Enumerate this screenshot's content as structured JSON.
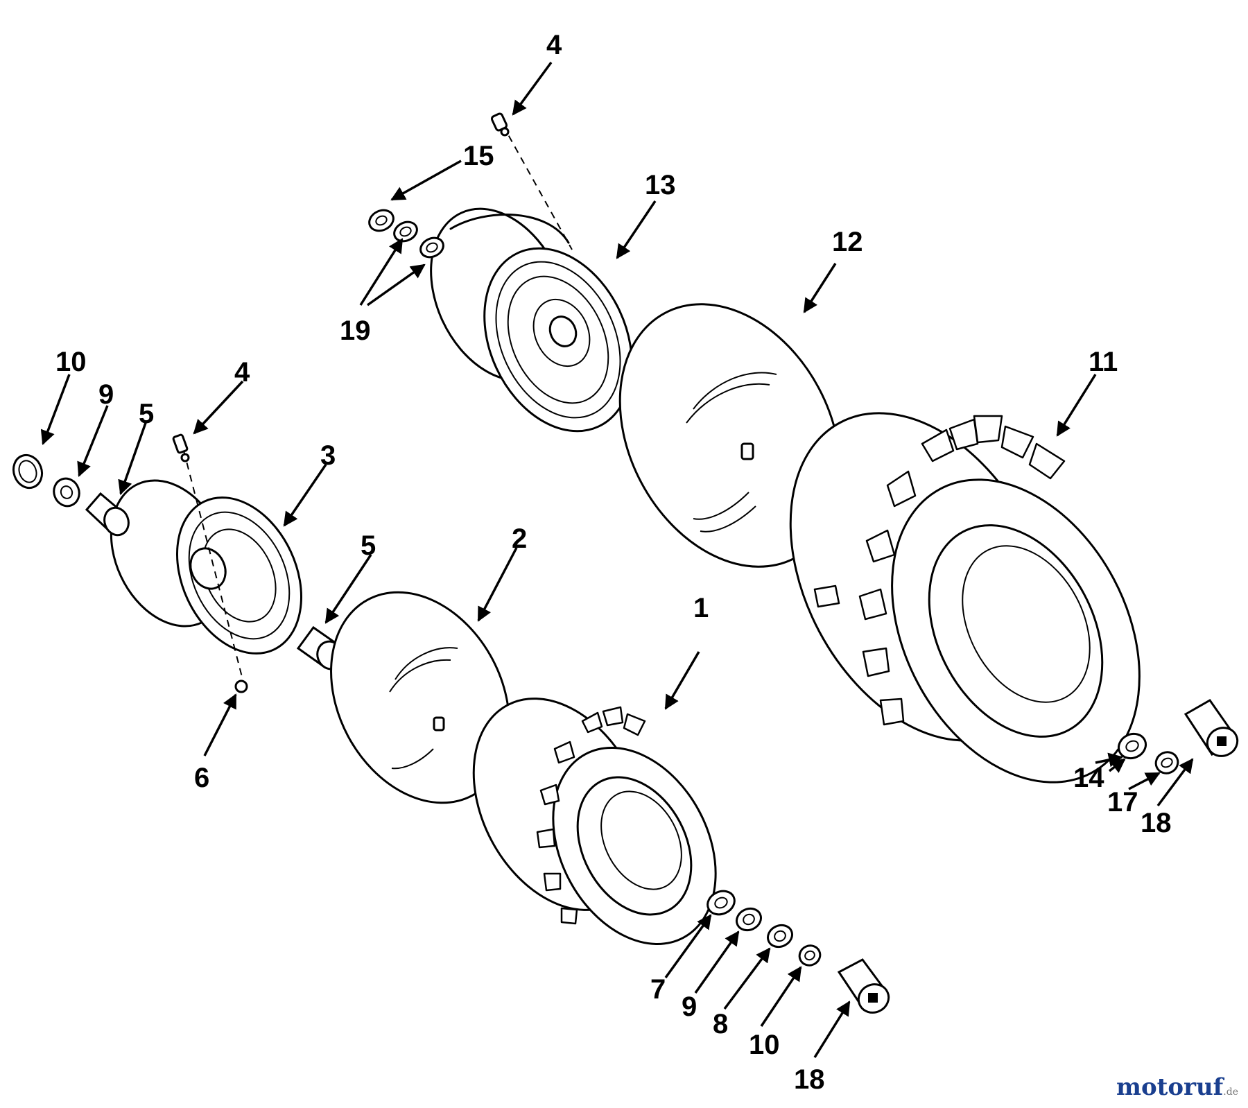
{
  "callouts": [
    {
      "id": "1",
      "label": "1"
    },
    {
      "id": "2",
      "label": "2"
    },
    {
      "id": "3",
      "label": "3"
    },
    {
      "id": "4a",
      "label": "4"
    },
    {
      "id": "4b",
      "label": "4"
    },
    {
      "id": "5a",
      "label": "5"
    },
    {
      "id": "5b",
      "label": "5"
    },
    {
      "id": "6",
      "label": "6"
    },
    {
      "id": "7",
      "label": "7"
    },
    {
      "id": "8",
      "label": "8"
    },
    {
      "id": "9a",
      "label": "9"
    },
    {
      "id": "9b",
      "label": "9"
    },
    {
      "id": "10a",
      "label": "10"
    },
    {
      "id": "10b",
      "label": "10"
    },
    {
      "id": "11",
      "label": "11"
    },
    {
      "id": "12",
      "label": "12"
    },
    {
      "id": "13",
      "label": "13"
    },
    {
      "id": "14",
      "label": "14"
    },
    {
      "id": "15",
      "label": "15"
    },
    {
      "id": "17",
      "label": "17"
    },
    {
      "id": "18a",
      "label": "18"
    },
    {
      "id": "18b",
      "label": "18"
    },
    {
      "id": "19",
      "label": "19"
    }
  ],
  "watermark": {
    "brand": "motoruf",
    "suffix": ".de",
    "color": "#1a3f8f"
  }
}
